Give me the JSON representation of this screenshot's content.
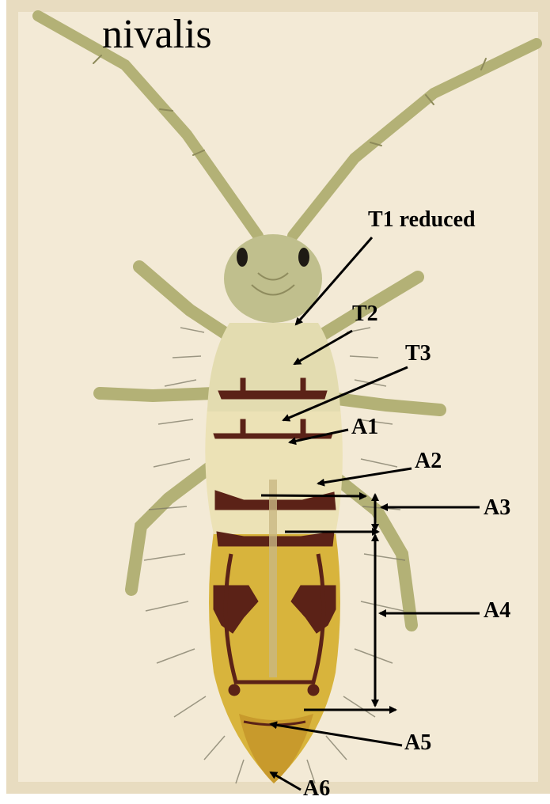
{
  "title": "nivalis",
  "labels": {
    "t1": "T1 reduced",
    "t2": "T2",
    "t3": "T3",
    "a1": "A1",
    "a2": "A2",
    "a3": "A3",
    "a4": "A4",
    "a5": "A5",
    "a6": "A6"
  },
  "colors": {
    "background": "#f3ead6",
    "appendage": "#b3b176",
    "head": "#c0bf8d",
    "thorax": "#e3dcb0",
    "abdomen_pale": "#ece2b6",
    "abdomen_yellow": "#d8b43c",
    "pattern_dark": "#5b2217",
    "arrow": "#000000"
  }
}
